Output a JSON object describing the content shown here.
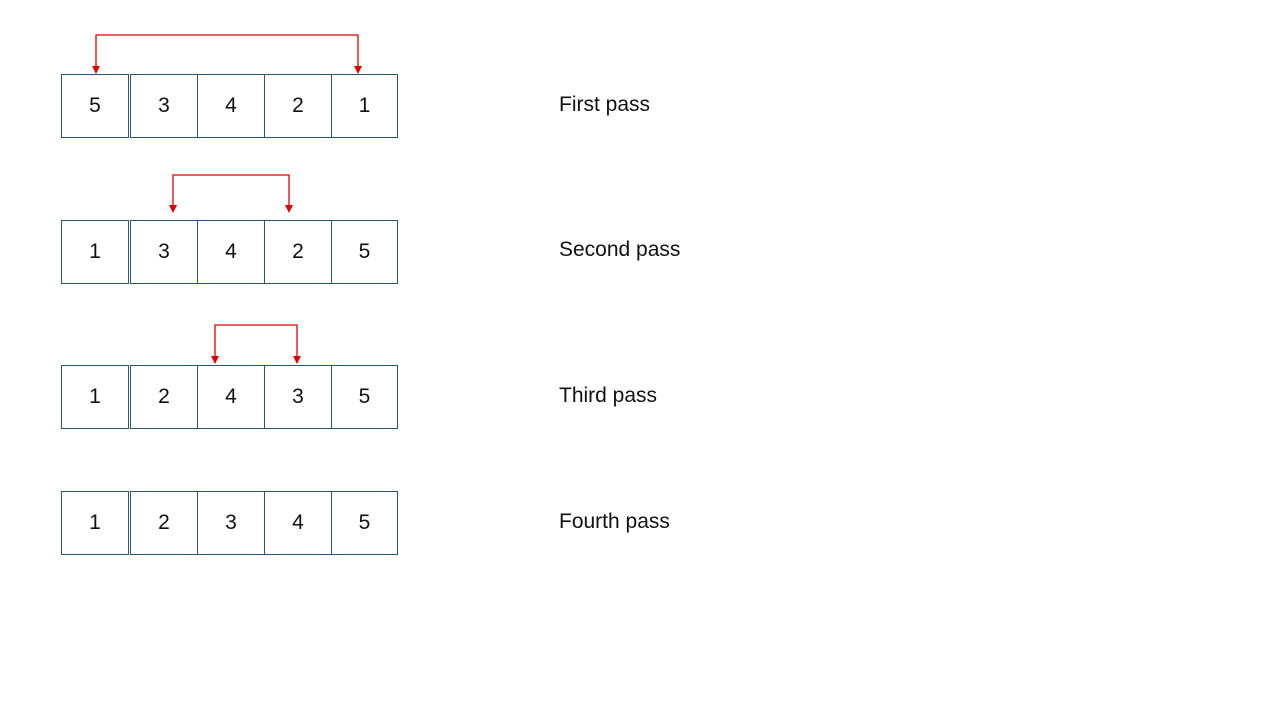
{
  "accent_color": "#e00000",
  "cell_border_color": "#2f5470",
  "passes": [
    {
      "label": "First pass",
      "values": [
        "5",
        "3",
        "4",
        "2",
        "1"
      ],
      "swap": [
        0,
        4
      ]
    },
    {
      "label": "Second pass",
      "values": [
        "1",
        "3",
        "4",
        "2",
        "5"
      ],
      "swap": [
        1,
        3
      ]
    },
    {
      "label": "Third pass",
      "values": [
        "1",
        "2",
        "4",
        "3",
        "5"
      ],
      "swap": [
        2,
        3
      ]
    },
    {
      "label": "Fourth pass",
      "values": [
        "1",
        "2",
        "3",
        "4",
        "5"
      ],
      "swap": null
    }
  ]
}
